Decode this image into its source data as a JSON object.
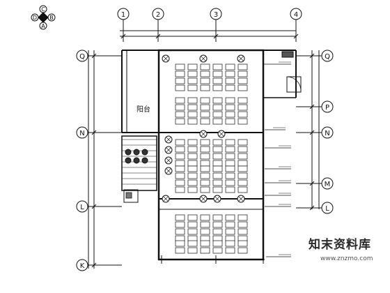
{
  "plan": {
    "grid_columns": [
      "1",
      "2",
      "3",
      "4"
    ],
    "grid_rows_left": [
      "Q",
      "N",
      "L",
      "K"
    ],
    "grid_rows_right": [
      "Q",
      "P",
      "N",
      "M",
      "L"
    ],
    "balcony_label": "阳台",
    "compass": [
      "C",
      "D",
      "B",
      "A"
    ],
    "line_color": "#111111",
    "accent_color": "#2a2a2a"
  },
  "watermark": {
    "title": "知末资料库",
    "url": "www.znzmo.com"
  }
}
